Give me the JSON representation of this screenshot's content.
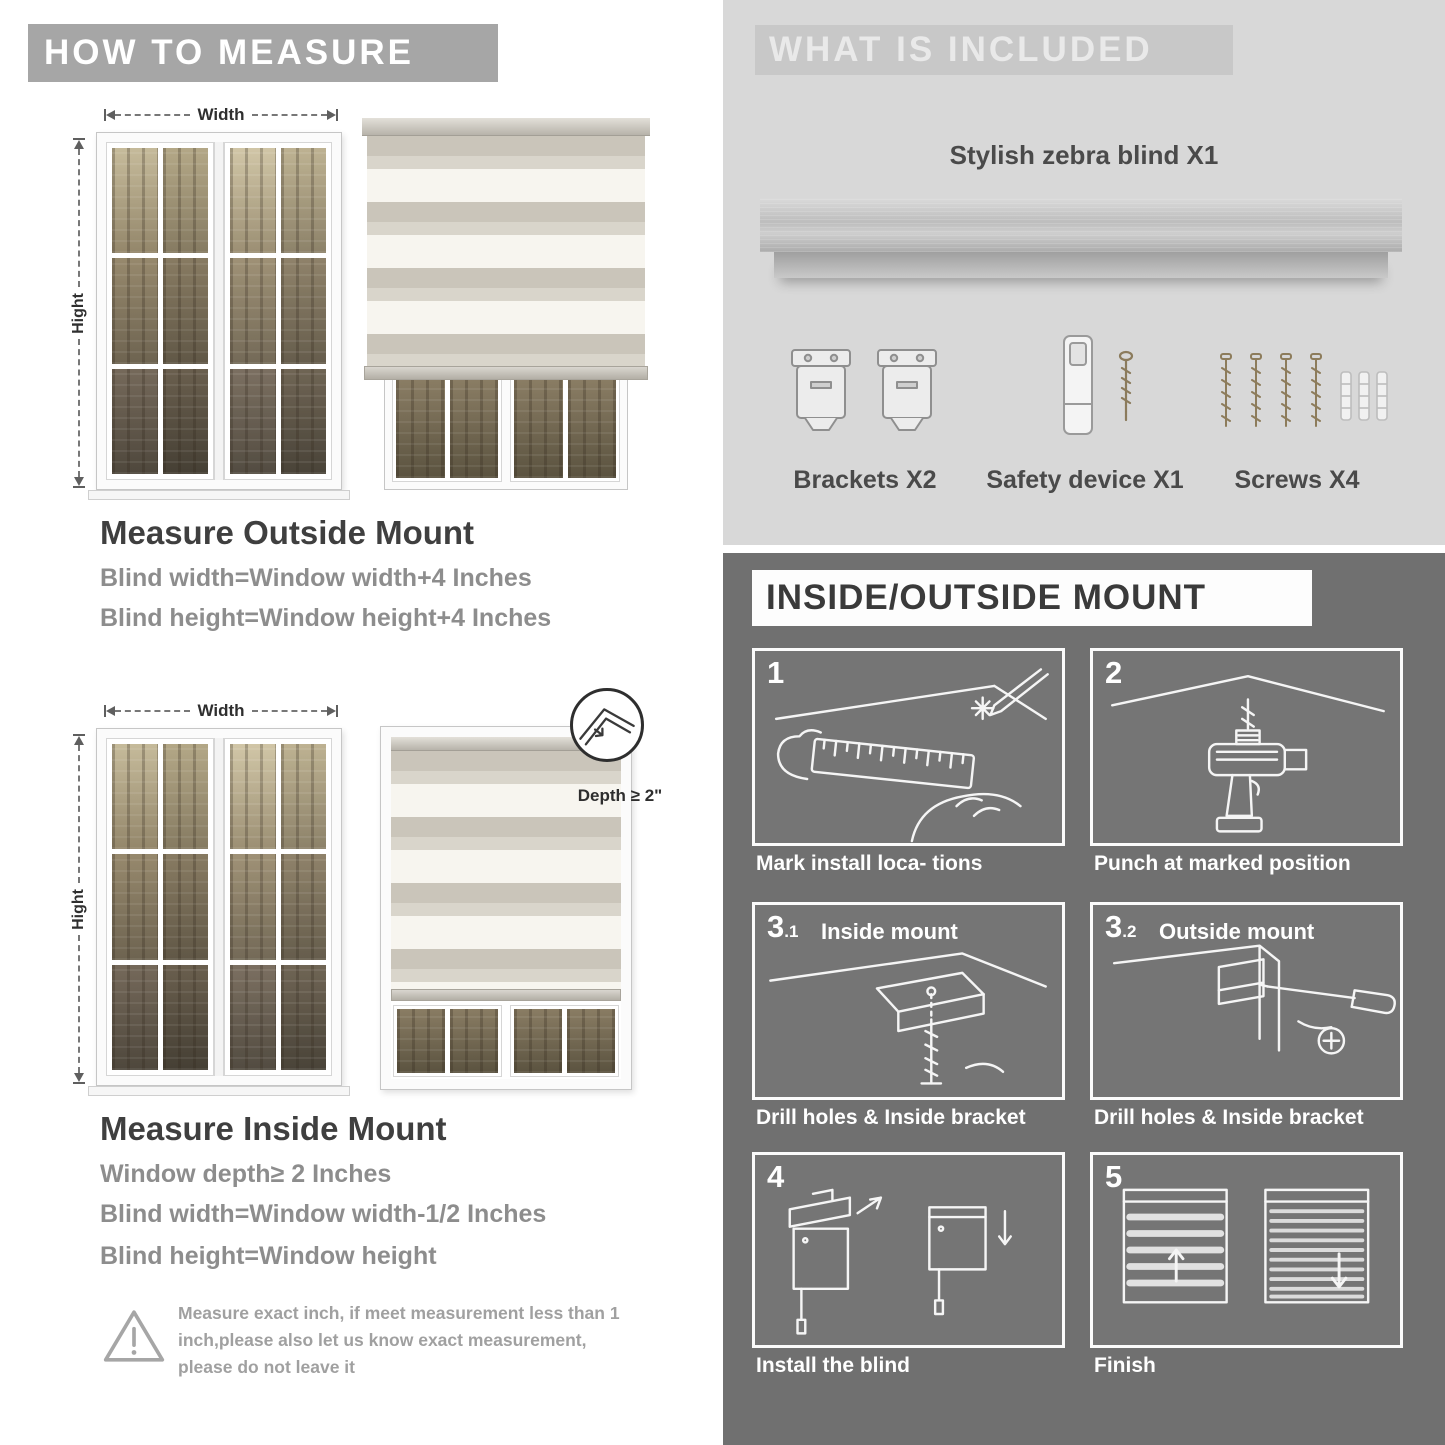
{
  "colors": {
    "left_header_bg": "#a6a6a6",
    "included_bg": "#d8d8d8",
    "included_header_bg": "#c8c8c8",
    "mount_bg": "#707070",
    "heading_text": "#3f3f3f",
    "body_text": "#8d8d8d",
    "stripe_dark": "#cac5ba",
    "stripe_light": "#f7f5ef"
  },
  "measure": {
    "header": "HOW TO MEASURE",
    "outside": {
      "width_label": "Width",
      "height_label": "Hight",
      "title": "Measure Outside Mount",
      "lines": [
        "Blind width=Window width+4 Inches",
        "Blind height=Window height+4 Inches"
      ]
    },
    "inside": {
      "width_label": "Width",
      "height_label": "Hight",
      "depth_label": "Depth ≥ 2\"",
      "title": "Measure Inside Mount",
      "lines": [
        "Window depth≥ 2 Inches",
        "Blind width=Window width-1/2 Inches",
        "Blind height=Window height"
      ]
    },
    "warning_text": "Measure exact inch, if meet measurement less than 1 inch,please also let us know exact measurement, please do not leave it"
  },
  "included": {
    "header": "WHAT IS INCLUDED",
    "product_label": "Stylish zebra blind X1",
    "items": [
      {
        "name": "brackets",
        "label": "Brackets X2"
      },
      {
        "name": "safety-device",
        "label": "Safety device X1"
      },
      {
        "name": "screws",
        "label": "Screws X4"
      }
    ]
  },
  "mount": {
    "header": "INSIDE/OUTSIDE MOUNT",
    "steps": [
      {
        "num": "1",
        "sub": "",
        "title": "",
        "caption": "Mark install loca- tions"
      },
      {
        "num": "2",
        "sub": "",
        "title": "",
        "caption": "Punch at  marked position"
      },
      {
        "num": "3",
        "sub": ".1",
        "title": "Inside mount",
        "caption": "Drill holes &  Inside bracket"
      },
      {
        "num": "3",
        "sub": ".2",
        "title": "Outside mount",
        "caption": "Drill holes &  Inside bracket"
      },
      {
        "num": "4",
        "sub": "",
        "title": "",
        "caption": "Install the blind"
      },
      {
        "num": "5",
        "sub": "",
        "title": "",
        "caption": "Finish"
      }
    ]
  }
}
